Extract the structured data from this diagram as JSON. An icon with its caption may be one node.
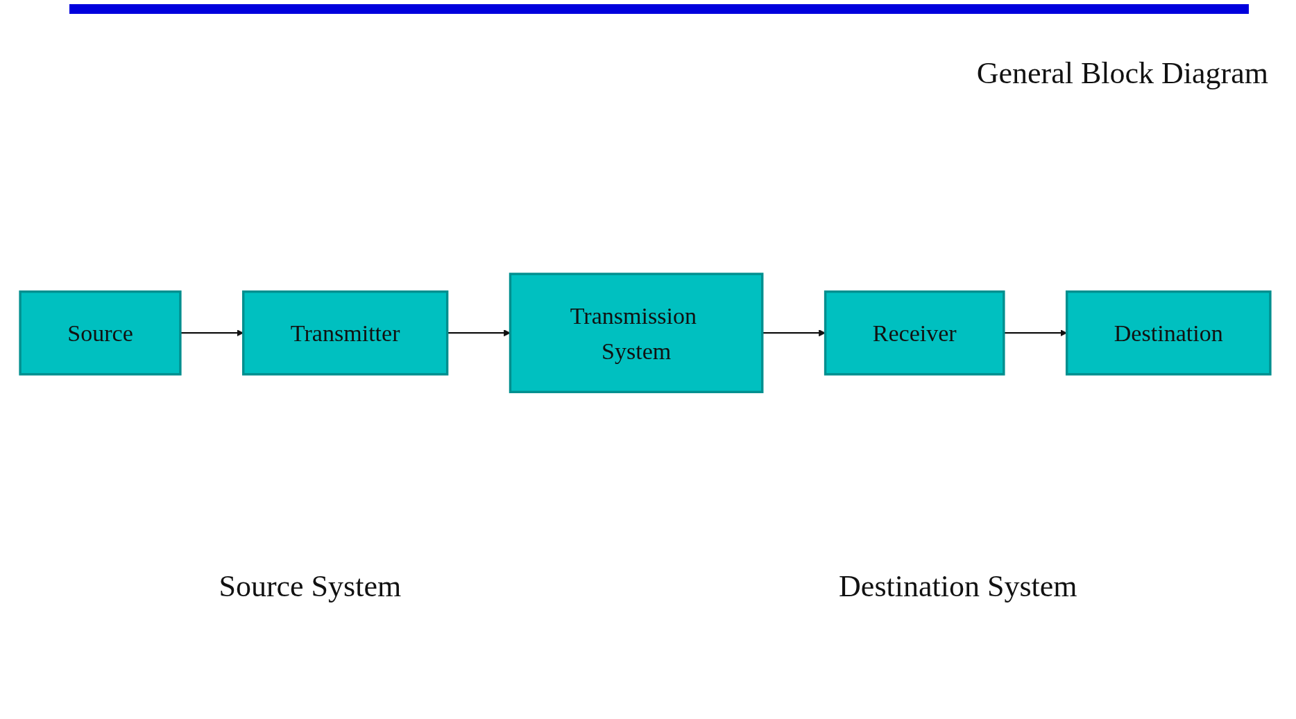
{
  "diagram": {
    "title": "General Block Diagram",
    "nodes": [
      {
        "text": [
          "Source"
        ]
      },
      {
        "text": [
          "Transmitter"
        ]
      },
      {
        "text": [
          "Transmission System"
        ]
      },
      {
        "text": [
          "Receiver"
        ]
      },
      {
        "text": [
          "Destination"
        ]
      }
    ],
    "edges": [
      {
        "from": 0,
        "to": 1,
        "arrow": "to"
      },
      {
        "from": 1,
        "to": 2,
        "arrow": "to"
      },
      {
        "from": 2,
        "to": 3,
        "arrow": "to"
      },
      {
        "from": 3,
        "to": 4,
        "arrow": "to"
      }
    ],
    "labels": [
      "Source System",
      "Destination System"
    ]
  }
}
